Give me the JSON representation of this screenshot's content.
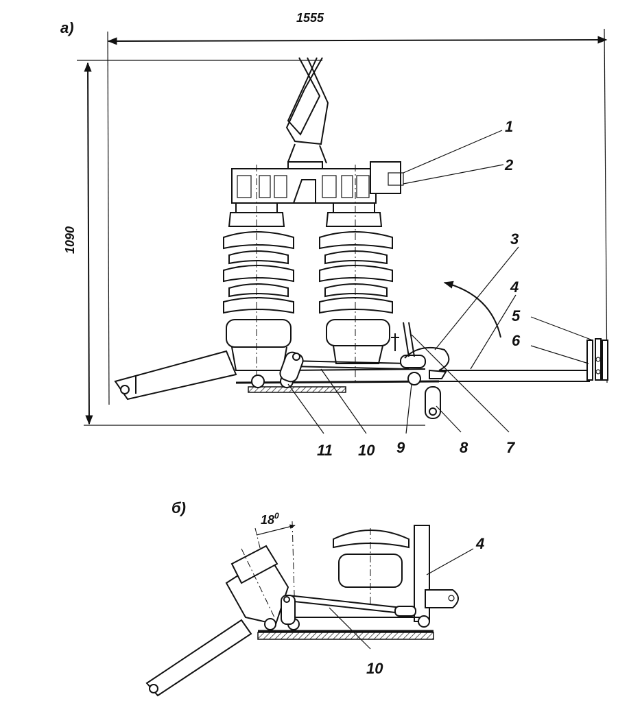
{
  "figure": {
    "view_a_label": "а)",
    "view_b_label": "б)",
    "width_dimension": "1555",
    "height_dimension": "1090",
    "angle_label_value": "18",
    "angle_label_unit": "0",
    "callouts": [
      "1",
      "2",
      "3",
      "4",
      "5",
      "6",
      "7",
      "8",
      "9",
      "10",
      "11"
    ],
    "view_b_callouts": [
      "4",
      "10"
    ]
  }
}
